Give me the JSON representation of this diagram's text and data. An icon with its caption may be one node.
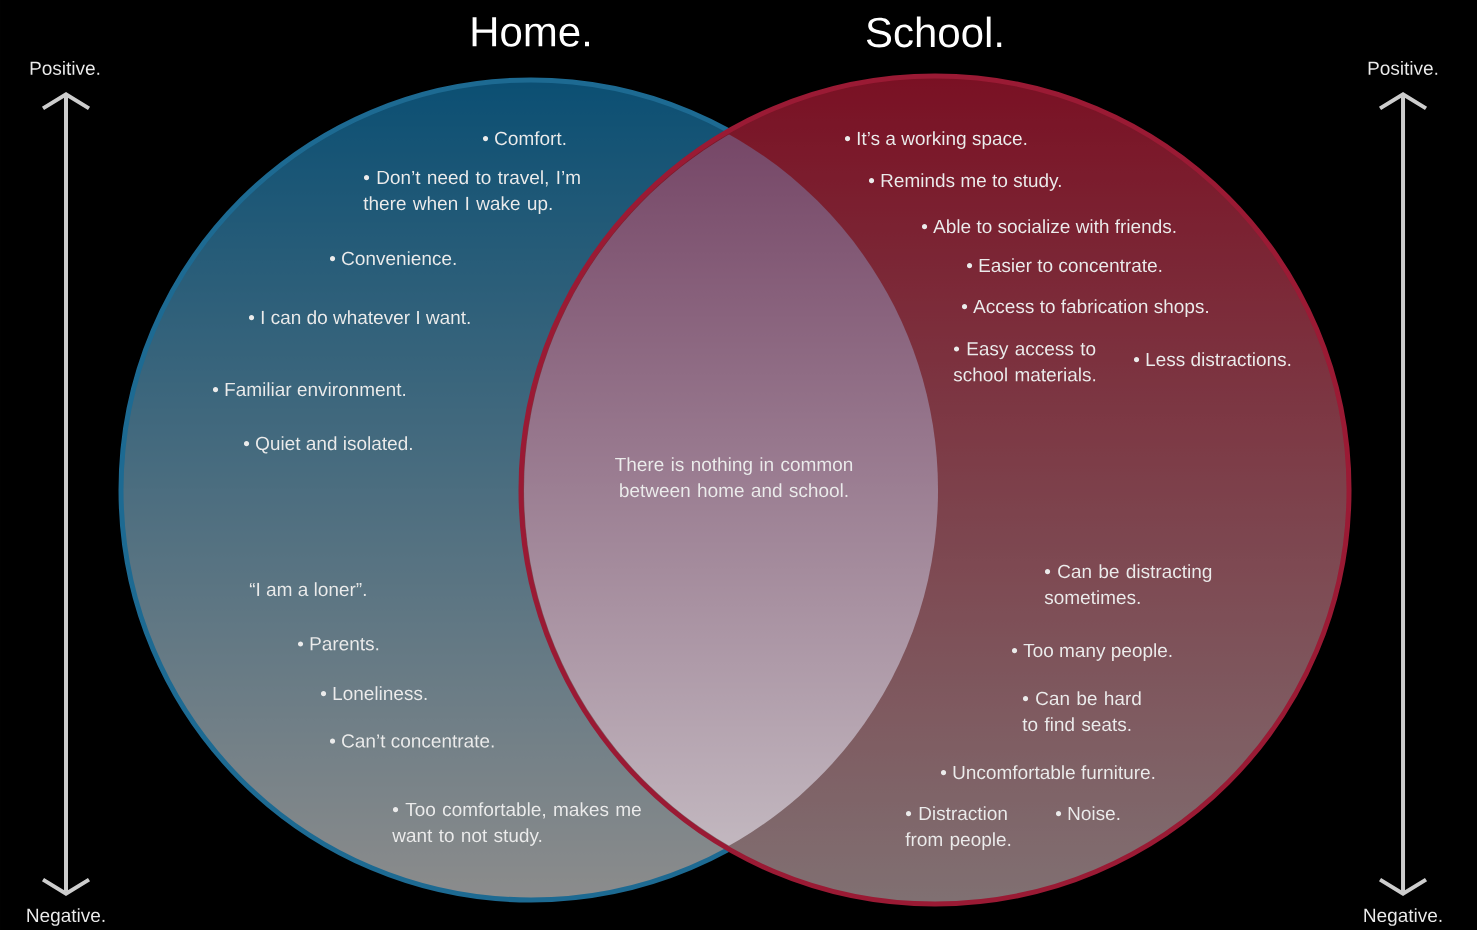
{
  "diagram": {
    "nodes": [
      {
        "text": [
          "Home."
        ]
      },
      {
        "text": [
          "School."
        ]
      }
    ],
    "labels": [
      "Positive.",
      "Positive.",
      "• Comfort.",
      "• Don’t need to travel, I’m there when I wake up.",
      "• Convenience.",
      "• I can do whatever I want.",
      "• Familiar environment.",
      "• Quiet and isolated.",
      "“I am a loner”.",
      "• Parents.",
      "• Loneliness.",
      "• Can’t concentrate.",
      "• Too comfortable, makes me want to not study.",
      "There is nothing in common between home and school.",
      "• It’s a working space.",
      "• Reminds me to study.",
      "• Able to socialize with friends.",
      "• Easier to concentrate.",
      "• Access to fabrication shops.",
      "• Easy access to school materials.",
      "• Less distractions.",
      "• Can be distracting sometimes.",
      "• Too many people.",
      "• Can be hard to find seats.",
      "• Uncomfortable furniture.",
      "• Distraction from people.",
      "• Noise.",
      "Negative.",
      "Negative."
    ]
  }
}
